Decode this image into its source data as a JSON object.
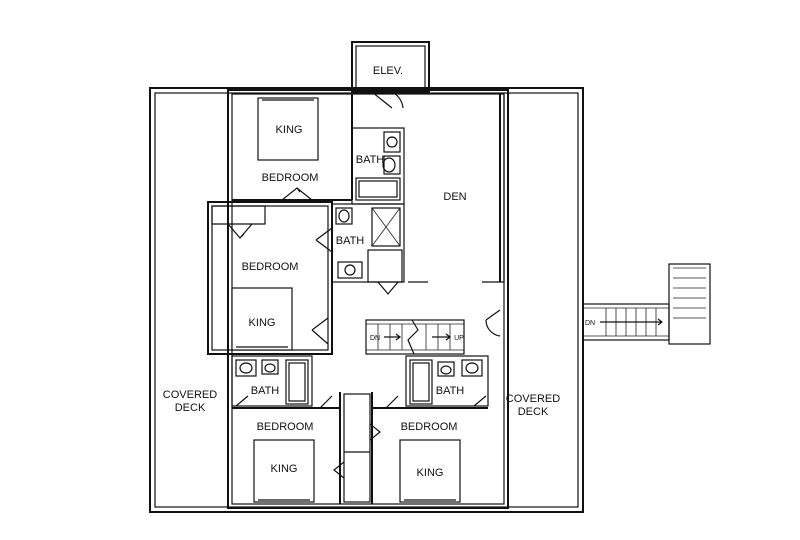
{
  "plan": {
    "rooms": {
      "elevator": "ELEV.",
      "den": "DEN",
      "bedroom_top": "BEDROOM",
      "bedroom_mid": "BEDROOM",
      "bedroom_bottom_left": "BEDROOM",
      "bedroom_bottom_right": "BEDROOM",
      "bath_top": "BATH",
      "bath_mid": "BATH",
      "bath_bottom_left": "BATH",
      "bath_bottom_right": "BATH",
      "covered_deck_left_line1": "COVERED",
      "covered_deck_left_line2": "DECK",
      "covered_deck_right_line1": "COVERED",
      "covered_deck_right_line2": "DECK"
    },
    "beds": {
      "top": "KING",
      "mid": "KING",
      "bottom_left": "KING",
      "bottom_right": "KING"
    },
    "stairs": {
      "interior_dn": "DN",
      "interior_up": "UP",
      "exterior_dn": "DN"
    }
  }
}
